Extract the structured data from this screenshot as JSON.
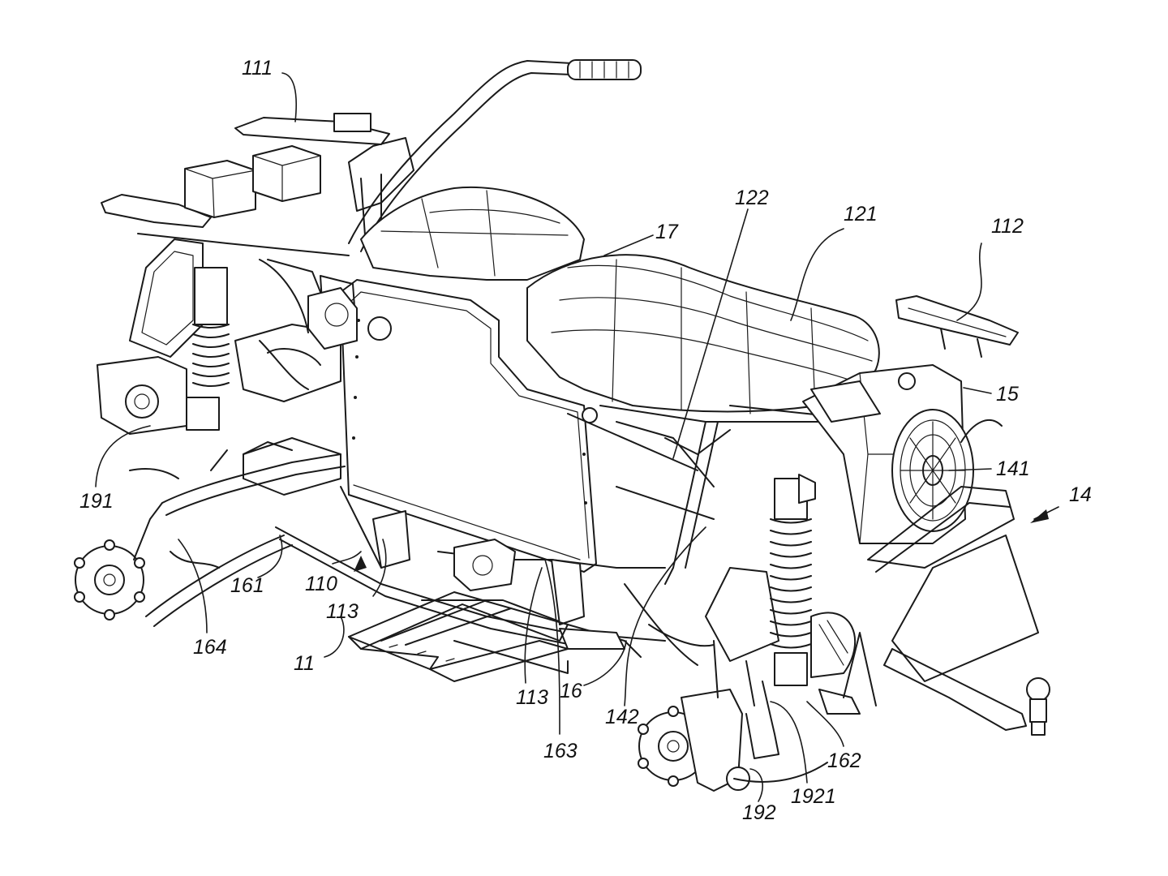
{
  "reference_numerals": [
    "111",
    "17",
    "122",
    "121",
    "112",
    "15",
    "141",
    "14",
    "191",
    "161",
    "110",
    "164",
    "113",
    "11",
    "113",
    "163",
    "16",
    "142",
    "1921",
    "162",
    "192"
  ]
}
